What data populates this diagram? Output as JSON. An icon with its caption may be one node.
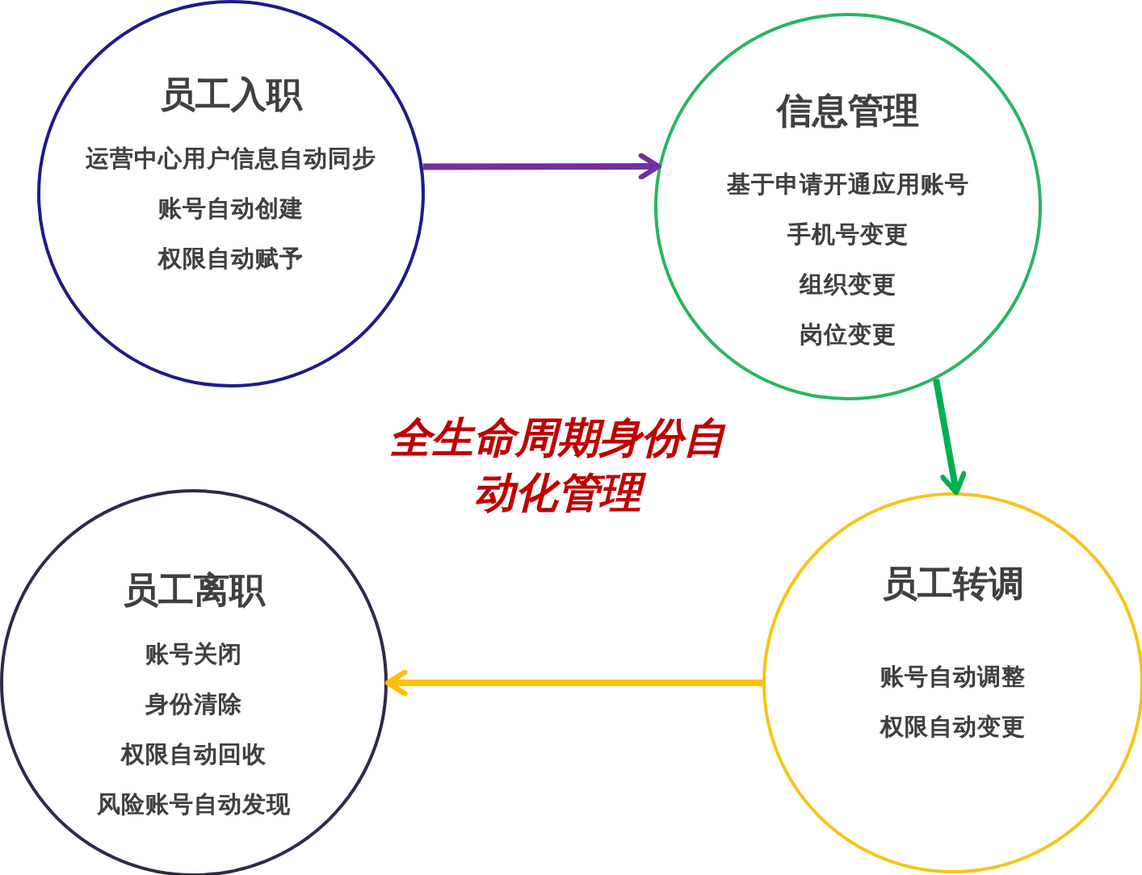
{
  "diagram": {
    "title": "全生命周期身份自动化管理",
    "nodes": [
      {
        "text": [
          "员工入职",
          "运营中心用户信息自动同步",
          "账号自动创建",
          "权限自动赋予"
        ]
      },
      {
        "text": [
          "信息管理",
          "基于申请开通应用账号",
          "手机号变更",
          "组织变更",
          "岗位变更"
        ]
      },
      {
        "text": [
          "员工转调",
          "账号自动调整",
          "权限自动变更"
        ]
      },
      {
        "text": [
          "员工离职",
          "账号关闭",
          "身份清除",
          "权限自动回收",
          "风险账号自动发现"
        ]
      }
    ],
    "edges": [
      {
        "from": 0,
        "to": 1,
        "arrow": "to",
        "color": "#7030a0"
      },
      {
        "from": 1,
        "to": 2,
        "arrow": "to",
        "color": "#00b050"
      },
      {
        "from": 2,
        "to": 3,
        "arrow": "to",
        "color": "#ffc000"
      }
    ]
  }
}
